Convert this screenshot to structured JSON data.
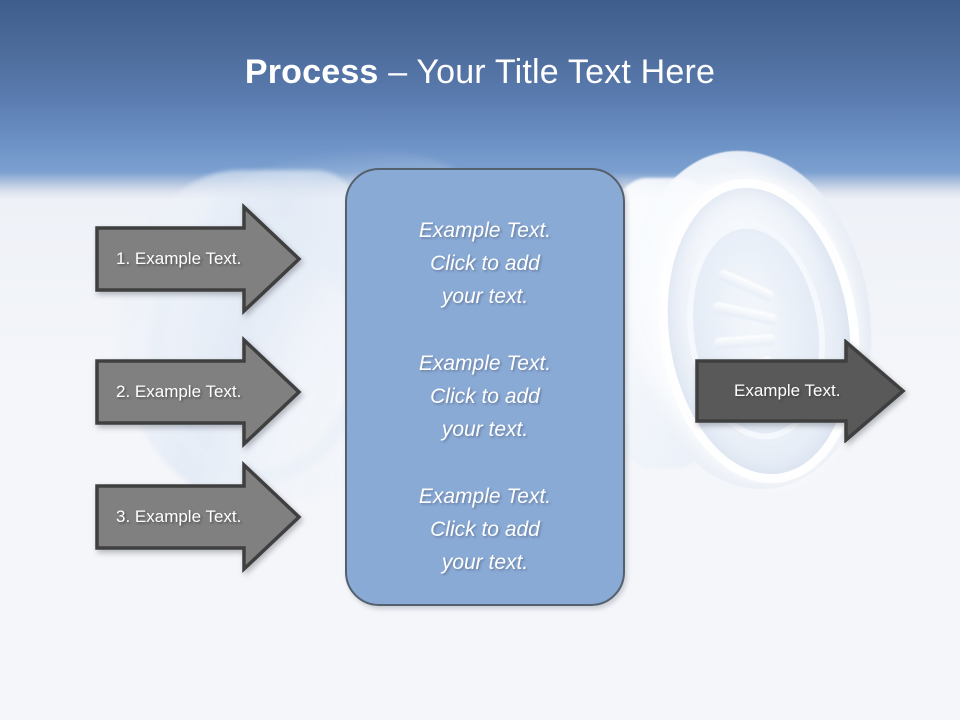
{
  "slide": {
    "title_bold": "Process",
    "title_rest": " – Your Title Text Here"
  },
  "colors": {
    "header_top": "#3f5d8c",
    "header_mid": "#5b7cb0",
    "header_bottom": "#7ba0d0",
    "page_background": "#f5f6fa",
    "panel_fill": "#8aaad6",
    "panel_border": "#55606e",
    "arrow_fill_input": "#808080",
    "arrow_fill_output": "#595959",
    "arrow_border": "#3f3f3f",
    "text_white": "#ffffff"
  },
  "panel": {
    "blocks": [
      "Example Text.\nClick  to add\nyour text.",
      "Example Text.\nClick  to add\nyour text.",
      "Example Text.\nClick  to add\nyour text."
    ]
  },
  "input_arrows": [
    {
      "label": "1. Example Text."
    },
    {
      "label": "2. Example Text."
    },
    {
      "label": "3. Example Text."
    }
  ],
  "output_arrow": {
    "label": "Example Text."
  }
}
